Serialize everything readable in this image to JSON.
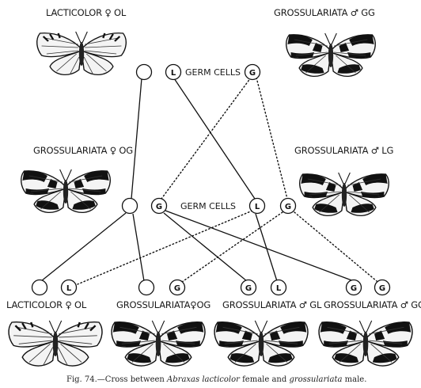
{
  "top_row": {
    "left_label": "LACTICOLOR ♀ OL",
    "right_label": "GROSSULARIATA ♂ GG"
  },
  "germ_cells_label_1": "GERM CELLS",
  "middle_row": {
    "left_label": "GROSSULARIATA ♀ OG",
    "right_label": "GROSSULARIATA ♂ LG"
  },
  "germ_cells_label_2": "GERM CELLS",
  "bottom_row": [
    {
      "label": "LACTICOLOR ♀ OL"
    },
    {
      "label": "GROSSULARIATA♀OG"
    },
    {
      "label": "GROSSULARIATA ♂ GL"
    },
    {
      "label": "GROSSULARIATA ♂ GG"
    }
  ],
  "gametes": {
    "row1": [
      "",
      "L",
      "G"
    ],
    "row2": [
      "",
      "G",
      "L",
      "G"
    ],
    "row3": [
      "",
      "L",
      "",
      "G",
      "G",
      "L",
      "G",
      "G"
    ]
  },
  "caption": {
    "prefix": "Fig. 74.—Cross between ",
    "species": "Abraxas lacticolor",
    "middle": " female and ",
    "grossulariata": "grossulariata",
    "suffix": " male."
  }
}
